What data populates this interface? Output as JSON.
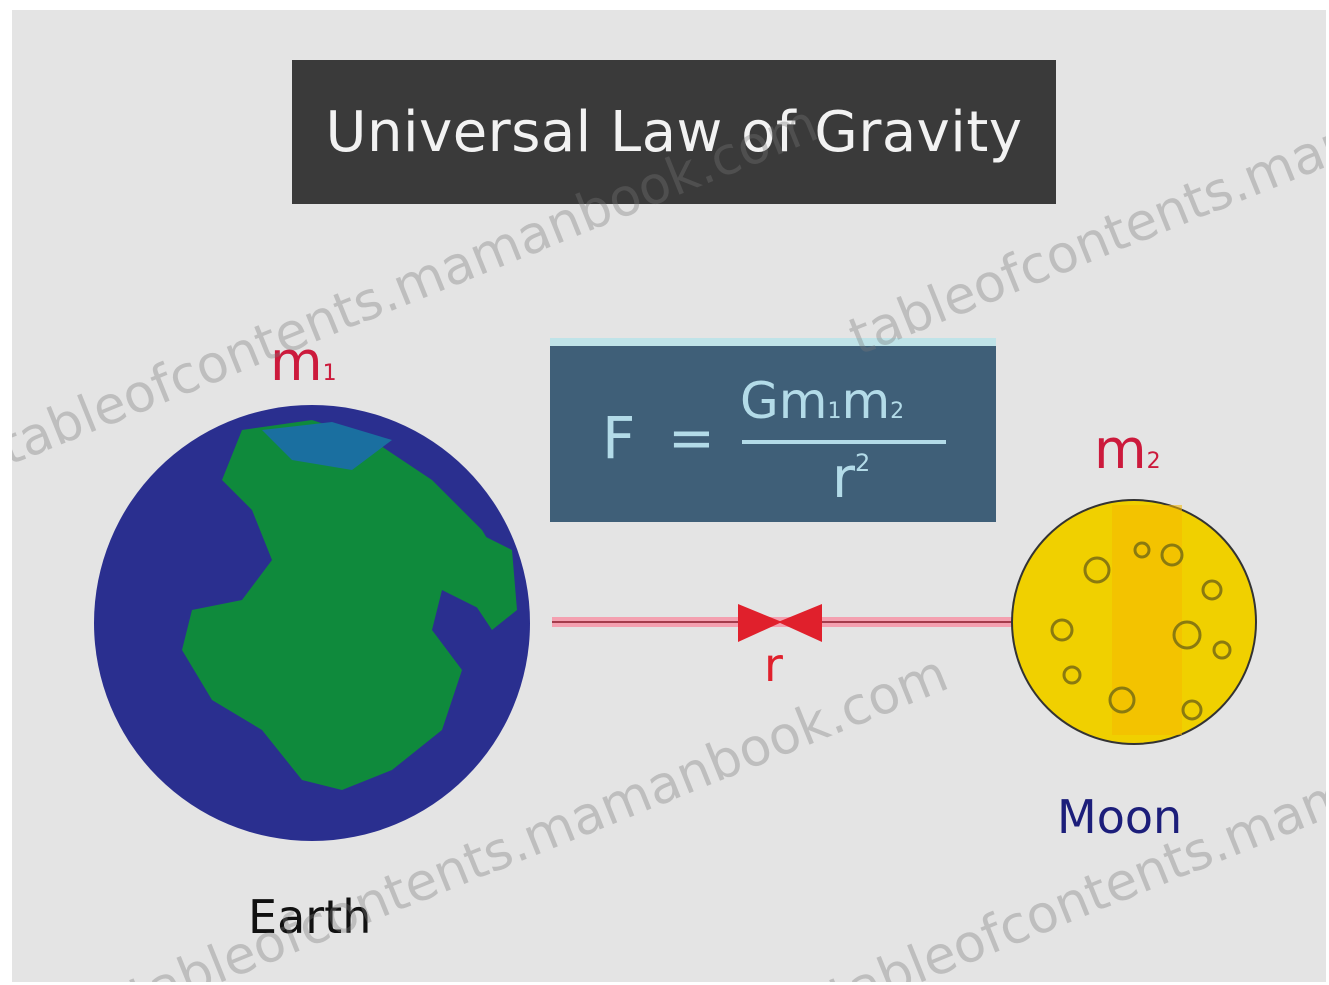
{
  "title": "Universal Law of Gravity",
  "formula": {
    "lhs": "F",
    "equals": "=",
    "numerator_main": "Gm",
    "numerator_sub1": "1",
    "numerator_m": "m",
    "numerator_sub2": "2",
    "denominator": "r",
    "denominator_exp": "2"
  },
  "labels": {
    "mass1": "m",
    "mass1_sub": "1",
    "mass2": "m",
    "mass2_sub": "2",
    "distance": "r",
    "earth": "Earth",
    "moon": "Moon"
  },
  "watermark": "tableofcontents.mamanbook.com",
  "colors": {
    "title_bg": "#3a3a3a",
    "formula_bg": "#3f5f78",
    "formula_text": "#b3dbe8",
    "earth_ocean": "#2a2f8f",
    "earth_land": "#0f8a3c",
    "moon": "#f0d000",
    "distance_line": "#f4a0b0",
    "arrow": "#e0202c",
    "mass_label": "#cc1a3c"
  },
  "icons": [
    "earth-icon",
    "moon-icon",
    "double-arrow-icon"
  ]
}
